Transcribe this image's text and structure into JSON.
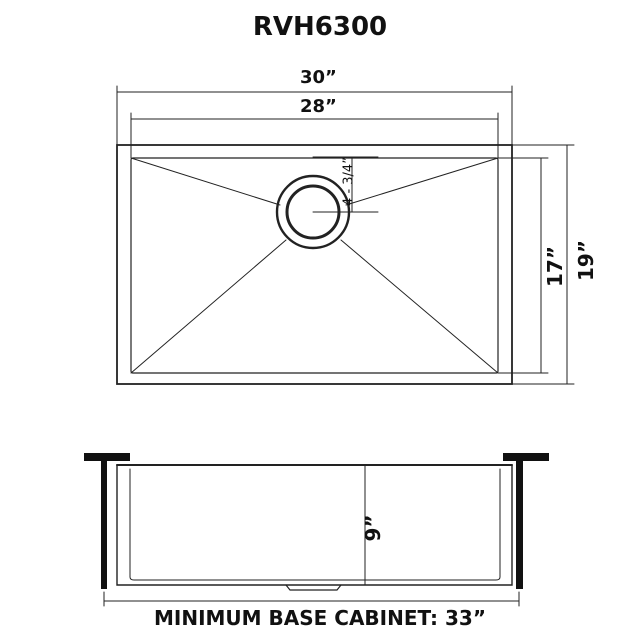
{
  "title": "RVH6300",
  "dimensions": {
    "outer_width": "30”",
    "inner_width": "28”",
    "drain_offset": "4 - 3/4”",
    "inner_depth": "17”",
    "outer_depth": "19”",
    "bowl_height": "9”"
  },
  "footer": "MINIMUM BASE CABINET: 33”"
}
